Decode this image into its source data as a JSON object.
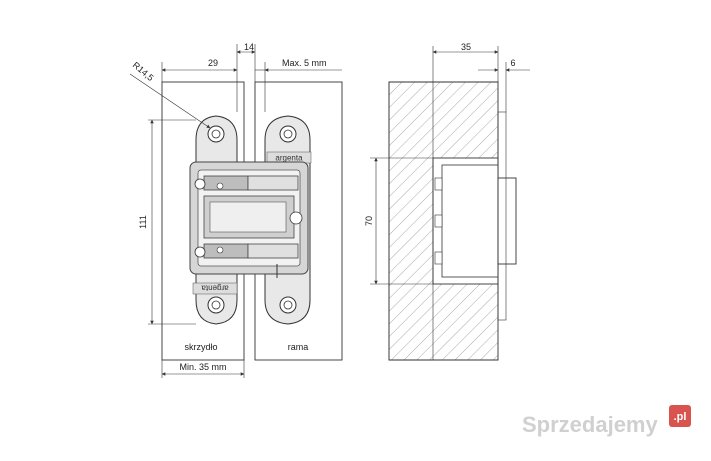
{
  "front_view": {
    "dim_top_left": "29",
    "dim_top_gap": "14",
    "dim_top_right": "Max. 5 mm",
    "dim_radius": "R14,5",
    "dim_height": "111",
    "label_leaf": "skrzydło",
    "label_frame": "rama",
    "dim_bottom": "Min. 35 mm",
    "brand_top": "argenta",
    "brand_bottom": "argenta"
  },
  "side_view": {
    "dim_top": "35",
    "dim_top_right": "6",
    "dim_height": "70"
  },
  "watermark": {
    "text": "Sprzedajemy",
    "suffix": ".pl",
    "color": "#cfcfcf",
    "badge_color": "#d9534f"
  }
}
